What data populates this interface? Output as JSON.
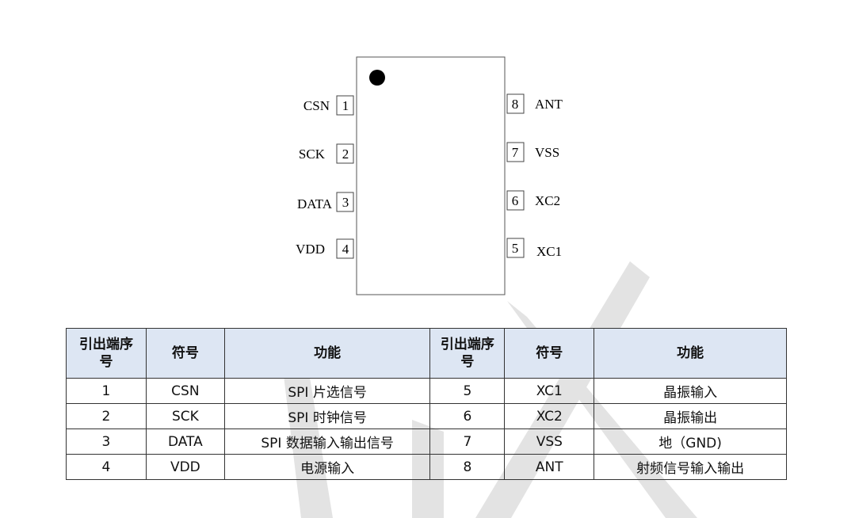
{
  "chip": {
    "left_pins": [
      {
        "label": "CSN",
        "num": "1"
      },
      {
        "label": "SCK",
        "num": "2"
      },
      {
        "label": "DATA",
        "num": "3"
      },
      {
        "label": "VDD",
        "num": "4"
      }
    ],
    "right_pins": [
      {
        "label": "ANT",
        "num": "8"
      },
      {
        "label": "VSS",
        "num": "7"
      },
      {
        "label": "XC2",
        "num": "6"
      },
      {
        "label": "XC1",
        "num": "5"
      }
    ]
  },
  "table": {
    "headers": [
      "引出端序号",
      "符号",
      "功能",
      "引出端序号",
      "符号",
      "功能"
    ],
    "rows": [
      [
        "1",
        "CSN",
        "SPI 片选信号",
        "5",
        "XC1",
        "晶振输入"
      ],
      [
        "2",
        "SCK",
        "SPI 时钟信号",
        "6",
        "XC2",
        "晶振输出"
      ],
      [
        "3",
        "DATA",
        "SPI 数据输入输出信号",
        "7",
        "VSS",
        "地（GND)"
      ],
      [
        "4",
        "VDD",
        "电源输入",
        "8",
        "ANT",
        "射频信号输入输出"
      ]
    ]
  },
  "colors": {
    "header_bg": "#dde6f3",
    "watermark": "#e2e2e2"
  }
}
